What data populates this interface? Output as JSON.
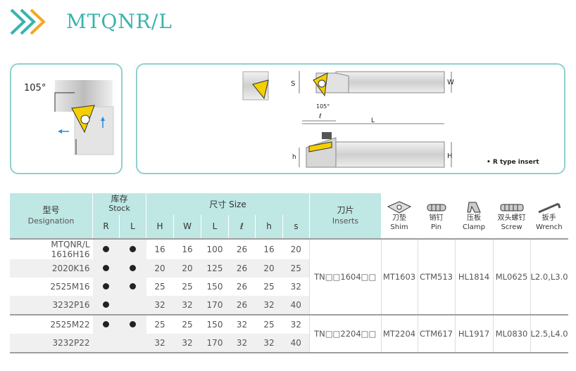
{
  "header": {
    "title": "MTQNR/L"
  },
  "diagram": {
    "angle": "105°",
    "labels": {
      "S": "S",
      "W": "W",
      "L": "L",
      "l": "ℓ",
      "angle105": "105°",
      "h": "h",
      "H": "H"
    },
    "r_type_note": "• R type insert"
  },
  "table": {
    "headers": {
      "designation_cn": "型号",
      "designation_en": "Designation",
      "stock_cn": "库存",
      "stock_en": "Stock",
      "size_label": "尺寸 Size",
      "inserts_cn": "刀片",
      "inserts_en": "Inserts",
      "shim_cn": "刀垫",
      "shim_en": "Shim",
      "pin_cn": "销钉",
      "pin_en": "Pin",
      "clamp_cn": "压板",
      "clamp_en": "Clamp",
      "screw_cn": "双头螺钉",
      "screw_en": "Screw",
      "wrench_cn": "扳手",
      "wrench_en": "Wrench",
      "R": "R",
      "L": "L",
      "H": "H",
      "W": "W",
      "Ldim": "L",
      "l": "ℓ",
      "h": "h",
      "s": "s"
    },
    "rows": [
      {
        "designation": "MTQNR/L 1616H16",
        "R": true,
        "L": true,
        "H": "16",
        "W": "16",
        "Ldim": "100",
        "l": "26",
        "h": "16",
        "s": "20"
      },
      {
        "designation": "2020K16",
        "R": true,
        "L": true,
        "H": "20",
        "W": "20",
        "Ldim": "125",
        "l": "26",
        "h": "20",
        "s": "25"
      },
      {
        "designation": "2525M16",
        "R": true,
        "L": true,
        "H": "25",
        "W": "25",
        "Ldim": "150",
        "l": "26",
        "h": "25",
        "s": "32"
      },
      {
        "designation": "3232P16",
        "R": true,
        "L": false,
        "H": "32",
        "W": "32",
        "Ldim": "170",
        "l": "26",
        "h": "32",
        "s": "40"
      },
      {
        "designation": "2525M22",
        "R": true,
        "L": true,
        "H": "25",
        "W": "25",
        "Ldim": "150",
        "l": "32",
        "h": "25",
        "s": "32"
      },
      {
        "designation": "3232P22",
        "R": false,
        "L": false,
        "H": "32",
        "W": "32",
        "Ldim": "170",
        "l": "32",
        "h": "32",
        "s": "40"
      }
    ],
    "groups": [
      {
        "insert": "TN□□1604□□",
        "shim": "MT1603",
        "pin": "CTM513",
        "clamp": "HL1814",
        "screw": "ML0625",
        "wrench": "L2.0,L3.0"
      },
      {
        "insert": "TN□□2204□□",
        "shim": "MT2204",
        "pin": "CTM617",
        "clamp": "HL1917",
        "screw": "ML0830",
        "wrench": "L2.5,L4.0"
      }
    ]
  },
  "icons": [
    "double-chevron-logo-icon",
    "shim-icon",
    "pin-icon",
    "clamp-icon",
    "screw-icon",
    "wrench-icon"
  ],
  "colors": {
    "accent": "#39b3ad",
    "panel_border": "#8fd1cc",
    "header_bg": "#bfe7e4",
    "insert_yellow": "#f4d000"
  }
}
